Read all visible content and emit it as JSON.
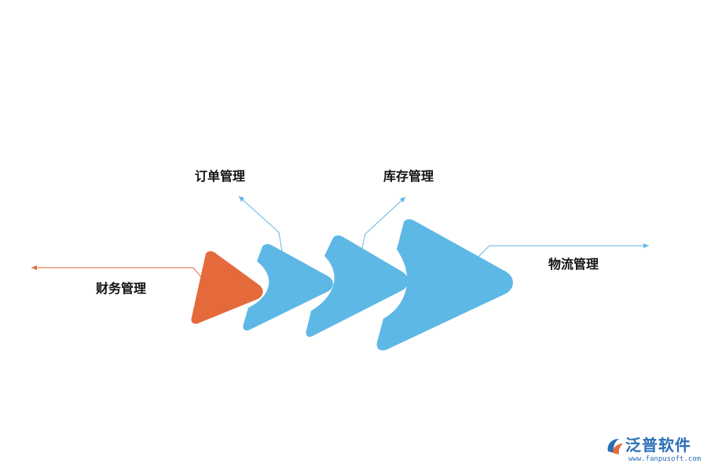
{
  "diagram": {
    "stages": [
      {
        "key": "finance",
        "label": "财务管理",
        "color": "#e46a3b"
      },
      {
        "key": "order",
        "label": "订单管理",
        "color": "#5eb8e6"
      },
      {
        "key": "stock",
        "label": "库存管理",
        "color": "#5eb8e6"
      },
      {
        "key": "logistics",
        "label": "物流管理",
        "color": "#5eb8e6"
      }
    ],
    "connector_colors": {
      "finance": "#e46a3b",
      "blue": "#5eb8e6"
    }
  },
  "logo": {
    "name": "泛普软件",
    "url": "www.fanpusoft.com",
    "brand_color": "#2a6fb7",
    "accent_color": "#e46a3b",
    "icon": "fanpu-logo-icon"
  }
}
